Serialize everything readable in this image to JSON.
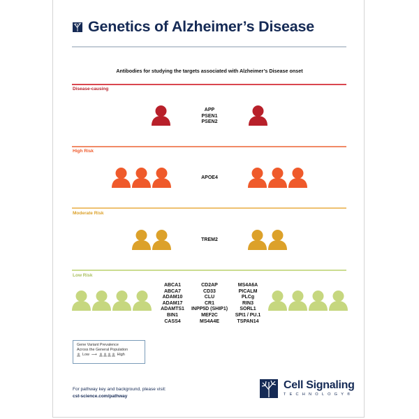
{
  "header": {
    "title": "Genetics of Alzheimer’s Disease",
    "subtitle": "Antibodies for studying the targets associated with Alzheimer’s Disease onset"
  },
  "colors": {
    "navy": "#152a55",
    "disease_causing": "#b8202a",
    "high_risk": "#ef5a2b",
    "moderate_risk": "#dca12a",
    "low_risk": "#c6d77f",
    "rule_gray": "#c3ccd6"
  },
  "sections": [
    {
      "label": "Disease-causing",
      "people_per_side": 1,
      "genes": [
        [
          "APP",
          "PSEN1",
          "PSEN2"
        ]
      ]
    },
    {
      "label": "High Risk",
      "people_per_side": 3,
      "genes": [
        [
          "APOE4"
        ]
      ]
    },
    {
      "label": "Moderate Risk",
      "people_per_side": 2,
      "genes": [
        [
          "TREM2"
        ]
      ]
    },
    {
      "label": "Low Risk",
      "people_per_side": 4,
      "genes": [
        [
          "ABCA1",
          "ABCA7",
          "ADAM10",
          "ADAM17",
          "ADAMTS1",
          "BIN1",
          "CASS4"
        ],
        [
          "CD2AP",
          "CD33",
          "CLU",
          "CR1",
          "INPP5D (SHIP1)",
          "MEF2C",
          "MS4A4E"
        ],
        [
          "MS4A6A",
          "PICALM",
          "PLCg",
          "RIN3",
          "SORL1",
          "SPI1 / PU.1",
          "TSPAN14"
        ]
      ]
    }
  ],
  "legend": {
    "line1": "Gene Variant Prevalence",
    "line2": "Across the General Population",
    "low": "Low",
    "arrow": "⟶",
    "high": "High"
  },
  "footer": {
    "line1": "For pathway key and background, please visit:",
    "url": "cst-science.com/pathway",
    "brand_name": "Cell Signaling",
    "brand_sub": "TECHNOLOGY®"
  }
}
